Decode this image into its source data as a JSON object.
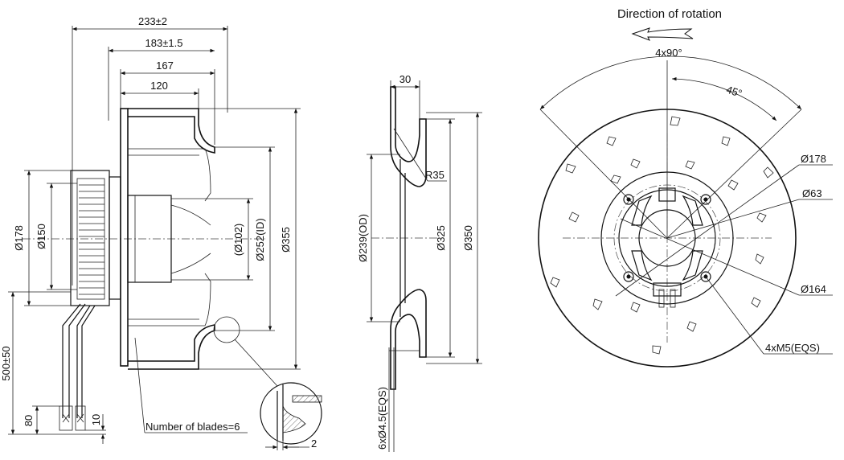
{
  "side_view": {
    "dim_overall_length": "233±2",
    "dim_length_2": "183±1.5",
    "dim_length_3": "167",
    "dim_length_4": "120",
    "dim_dia_178": "Ø178",
    "dim_dia_150": "Ø150",
    "dim_dia_102": "(Ø102)",
    "dim_dia_252": "Ø252(ID)",
    "dim_dia_355": "Ø355",
    "dim_cable_length": "500±50",
    "dim_80": "80",
    "dim_10": "10",
    "dim_2": "2",
    "label_blades": "Number of blades=6"
  },
  "middle_view": {
    "dim_30": "30",
    "dim_r35": "R35",
    "dim_dia_239": "Ø239(OD)",
    "dim_dia_325": "Ø325",
    "dim_dia_350": "Ø350",
    "dim_holes": "6xØ4.5(EQS)"
  },
  "front_view": {
    "title_rotation": "Direction of rotation",
    "dim_4x90": "4x90°",
    "dim_45": "45°",
    "dim_dia_178": "Ø178",
    "dim_dia_63": "Ø63",
    "dim_dia_164": "Ø164",
    "dim_screws": "4xM5(EQS)"
  }
}
